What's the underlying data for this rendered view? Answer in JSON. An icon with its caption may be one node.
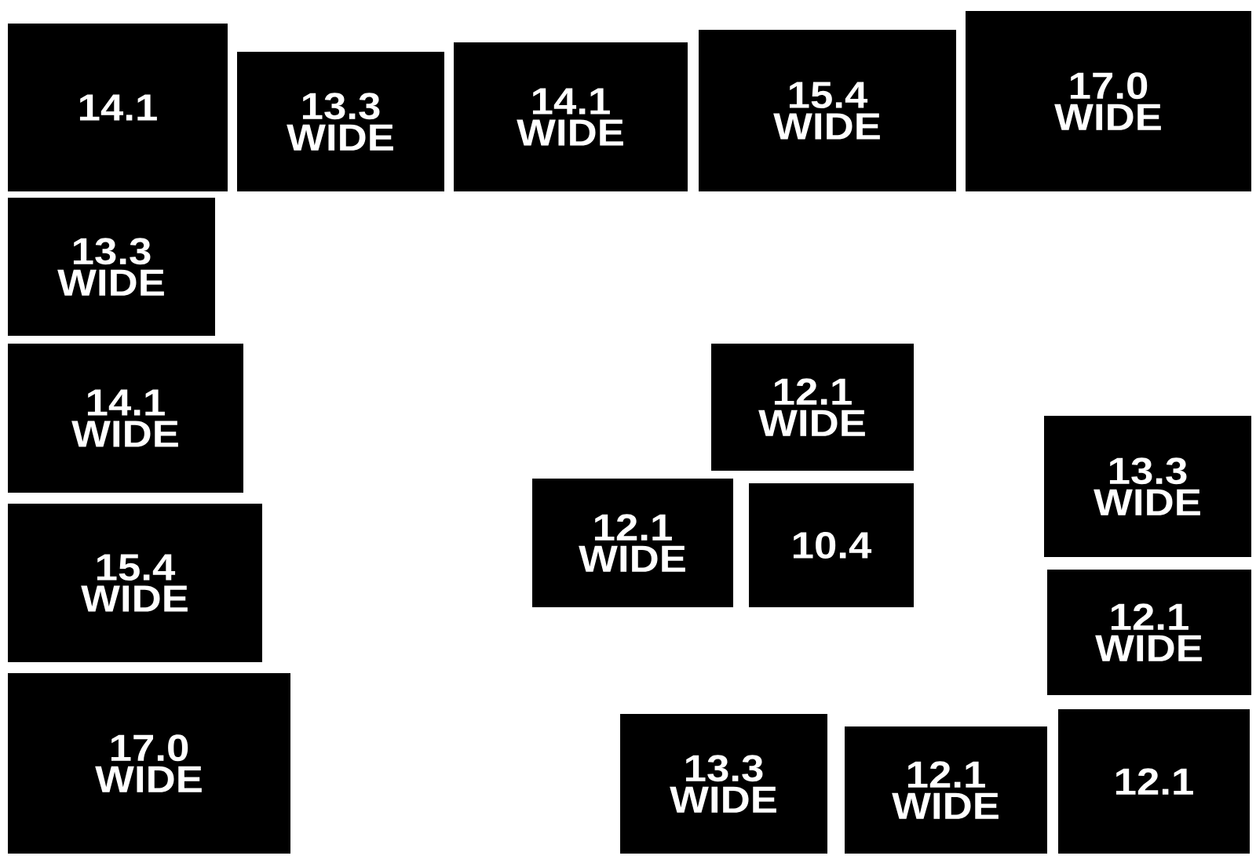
{
  "diagram": {
    "nodes": [
      {
        "text": [
          "14.1"
        ]
      },
      {
        "text": [
          "13.3 WIDE"
        ]
      },
      {
        "text": [
          "14.1 WIDE"
        ]
      },
      {
        "text": [
          "15.4 WIDE"
        ]
      },
      {
        "text": [
          "17.0 WIDE"
        ]
      },
      {
        "text": [
          "13.3 WIDE"
        ]
      },
      {
        "text": [
          "14.1 WIDE"
        ]
      },
      {
        "text": [
          "15.4 WIDE"
        ]
      },
      {
        "text": [
          "17.0 WIDE"
        ]
      },
      {
        "text": [
          "12.1 WIDE"
        ]
      },
      {
        "text": [
          "13.3 WIDE"
        ]
      },
      {
        "text": [
          "12.1 WIDE"
        ]
      },
      {
        "text": [
          "10.4"
        ]
      },
      {
        "text": [
          "12.1 WIDE"
        ]
      },
      {
        "text": [
          "13.3 WIDE"
        ]
      },
      {
        "text": [
          "12.1 WIDE"
        ]
      },
      {
        "text": [
          "12.1"
        ]
      }
    ]
  }
}
